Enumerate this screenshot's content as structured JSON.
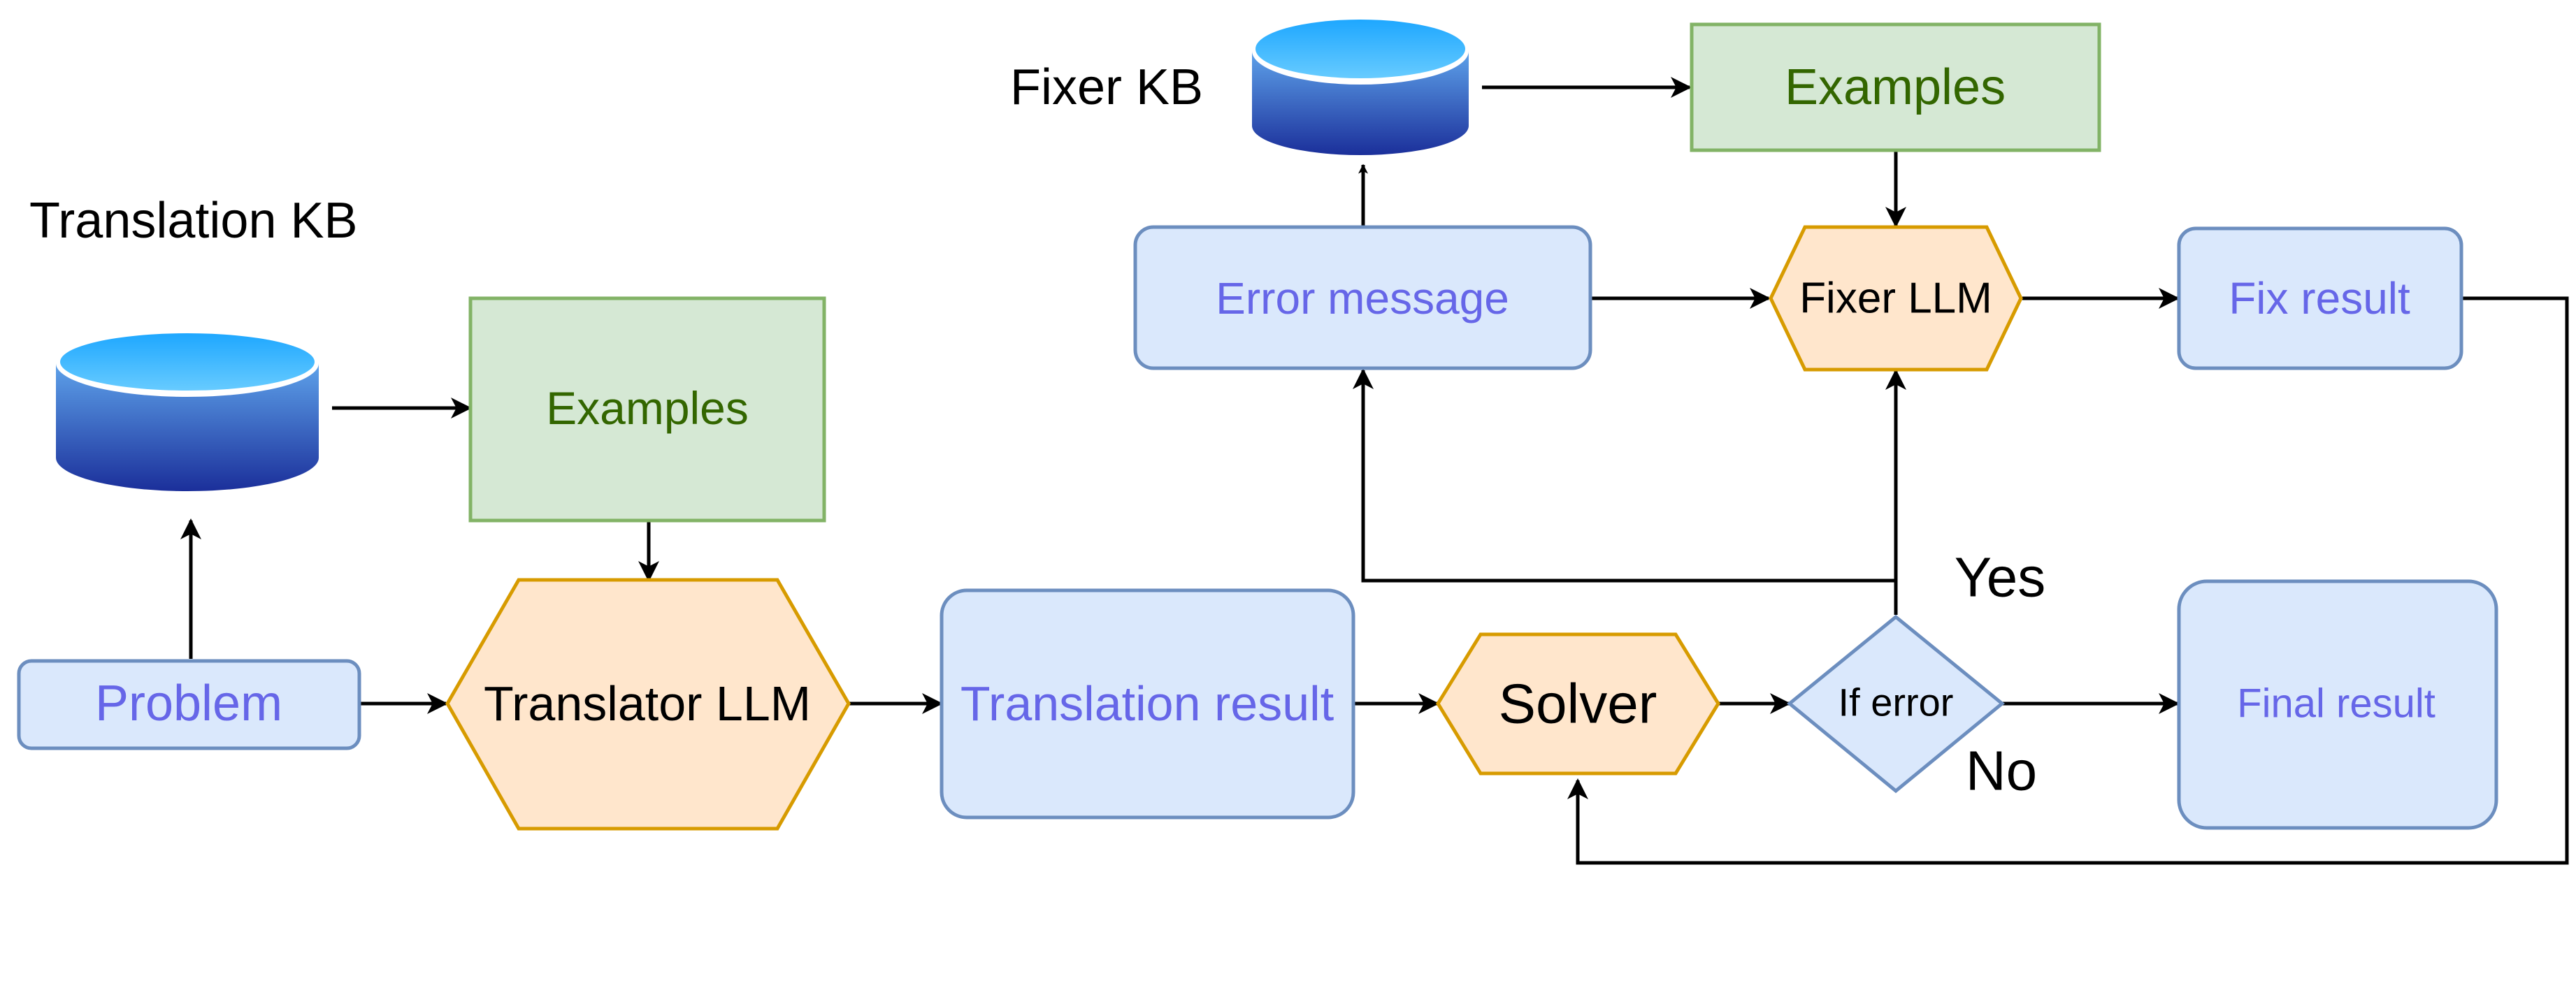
{
  "diagram": {
    "labels": {
      "translation_kb": "Translation KB",
      "fixer_kb": "Fixer KB",
      "examples_left": "Examples",
      "examples_top": "Examples",
      "problem": "Problem",
      "translator_llm": "Translator LLM",
      "translation_result": "Translation result",
      "solver": "Solver",
      "if_error": "If error",
      "yes": "Yes",
      "no": "No",
      "final_result": "Final result",
      "error_message": "Error message",
      "fixer_llm": "Fixer LLM",
      "fix_result": "Fix result"
    },
    "colors": {
      "blue_box_fill": "#dae8fc",
      "blue_box_stroke": "#6c8ebf",
      "blue_text": "#6666e8",
      "green_box_fill": "#d5e8d4",
      "green_box_stroke": "#82b366",
      "green_text": "#336600",
      "orange_fill": "#ffe6cc",
      "orange_stroke": "#d79b00",
      "db_top": "#33b5ff",
      "db_bottom": "#1a3399",
      "line": "#000000"
    }
  }
}
